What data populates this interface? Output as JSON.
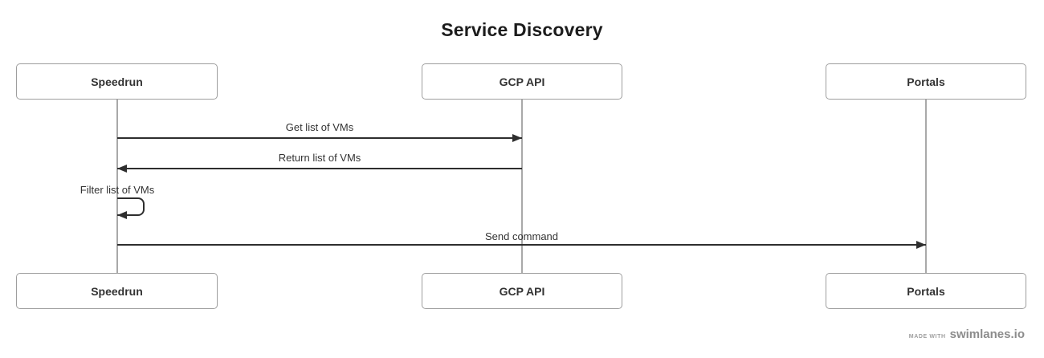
{
  "title": "Service Discovery",
  "actors": [
    {
      "id": "speedrun",
      "label": "Speedrun"
    },
    {
      "id": "gcp-api",
      "label": "GCP API"
    },
    {
      "id": "portals",
      "label": "Portals"
    }
  ],
  "messages": [
    {
      "from": "speedrun",
      "to": "gcp-api",
      "label": "Get list of VMs",
      "style": "solid",
      "direction": "right"
    },
    {
      "from": "gcp-api",
      "to": "speedrun",
      "label": "Return list of VMs",
      "style": "solid",
      "direction": "left"
    },
    {
      "from": "speedrun",
      "to": "speedrun",
      "label": "Filter list of VMs",
      "style": "self-loop"
    },
    {
      "from": "speedrun",
      "to": "portals",
      "label": "Send command",
      "style": "solid",
      "direction": "right"
    }
  ],
  "footer": {
    "made_with": "MADE WITH",
    "brand": "swimlanes.io"
  },
  "colors": {
    "message_line": "#2e2e2e",
    "lifeline": "#a9a9a9",
    "actor_border": "#9e9e9e",
    "text": "#333333",
    "title_text": "#1c1c1c",
    "footer_text": "#8c8c8c",
    "background": "#ffffff"
  }
}
